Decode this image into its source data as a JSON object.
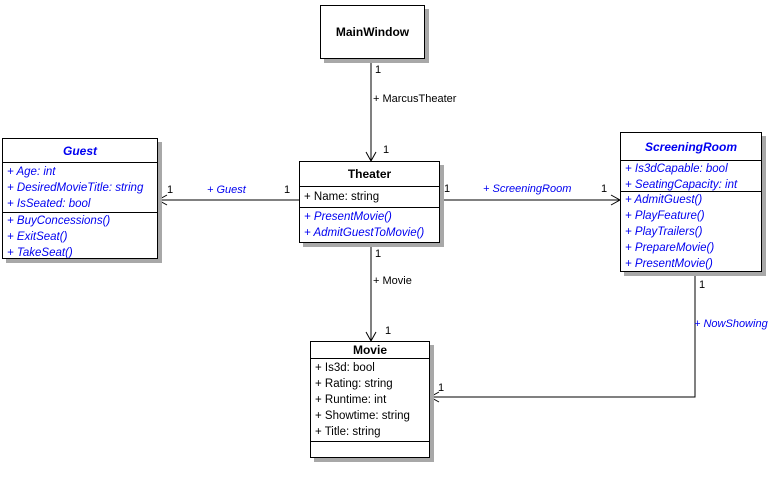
{
  "diagram": {
    "type": "uml-class-diagram",
    "colors": {
      "member_accent": "#0000f0",
      "line": "#000000",
      "shadow": "#a8a8a8",
      "background": "#ffffff"
    },
    "classes": {
      "mainwindow": {
        "name": "MainWindow",
        "attributes": [],
        "methods": []
      },
      "theater": {
        "name": "Theater",
        "attributes": [
          "+ Name: string"
        ],
        "methods": [
          "+ PresentMovie()",
          "+ AdmitGuestToMovie()"
        ]
      },
      "guest": {
        "name": "Guest",
        "attributes": [
          "+ Age: int",
          "+ DesiredMovieTitle: string",
          "+ IsSeated: bool"
        ],
        "methods": [
          "+ BuyConcessions()",
          "+ ExitSeat()",
          "+ TakeSeat()"
        ]
      },
      "screeningroom": {
        "name": "ScreeningRoom",
        "attributes": [
          "+ Is3dCapable: bool",
          "+ SeatingCapacity: int"
        ],
        "methods": [
          "+ AdmitGuest()",
          "+ PlayFeature()",
          "+ PlayTrailers()",
          "+ PrepareMovie()",
          "+ PresentMovie()"
        ]
      },
      "movie": {
        "name": "Movie",
        "attributes": [
          "+ Is3d: bool",
          "+ Rating: string",
          "+ Runtime: int",
          "+ Showtime: string",
          "+ Title: string"
        ],
        "methods": []
      }
    },
    "associations": {
      "marcus_theater": {
        "source": "MainWindow",
        "target": "Theater",
        "label": "+ MarcusTheater",
        "source_mult": "1",
        "target_mult": "1"
      },
      "guest": {
        "source": "Theater",
        "target": "Guest",
        "label": "+ Guest",
        "source_mult": "1",
        "target_mult": "1"
      },
      "screening_room": {
        "source": "Theater",
        "target": "ScreeningRoom",
        "label": "+ ScreeningRoom",
        "source_mult": "1",
        "target_mult": "1"
      },
      "movie": {
        "source": "Theater",
        "target": "Movie",
        "label": "+ Movie",
        "source_mult": "1",
        "target_mult": "1"
      },
      "now_showing": {
        "source": "ScreeningRoom",
        "target": "Movie",
        "label": "+ NowShowing",
        "source_mult": "1",
        "target_mult": "1"
      }
    }
  }
}
